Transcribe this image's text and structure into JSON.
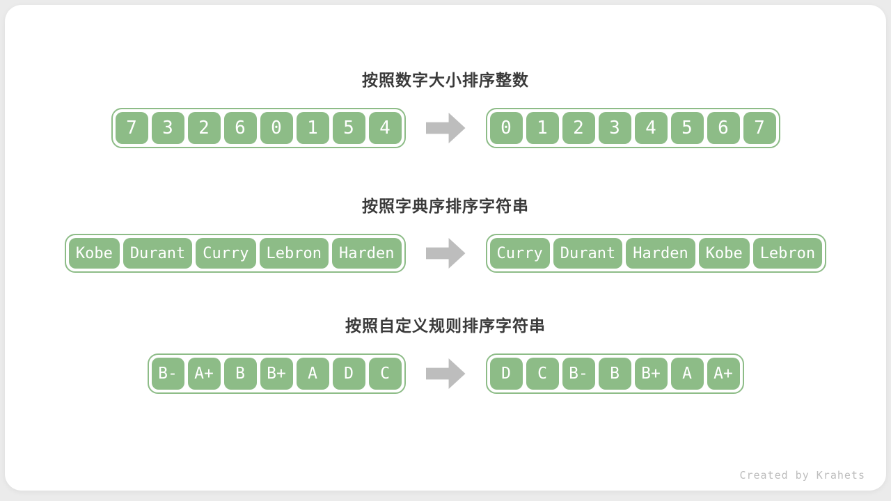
{
  "colors": {
    "page_bg": "#ebebeb",
    "card_bg": "#ffffff",
    "green": "#8dbc87",
    "cell_text": "#ffffff",
    "title": "#3a3a3a",
    "arrow": "#bdbdbd",
    "footer": "#bdbdbd"
  },
  "rows": [
    {
      "title": "按照数字大小排序整数",
      "left": [
        "7",
        "3",
        "2",
        "6",
        "0",
        "1",
        "5",
        "4"
      ],
      "right": [
        "0",
        "1",
        "2",
        "3",
        "4",
        "5",
        "6",
        "7"
      ]
    },
    {
      "title": "按照字典序排序字符串",
      "left": [
        "Kobe",
        "Durant",
        "Curry",
        "Lebron",
        "Harden"
      ],
      "right": [
        "Curry",
        "Durant",
        "Harden",
        "Kobe",
        "Lebron"
      ]
    },
    {
      "title": "按照自定义规则排序字符串",
      "left": [
        "B-",
        "A+",
        "B",
        "B+",
        "A",
        "D",
        "C"
      ],
      "right": [
        "D",
        "C",
        "B-",
        "B",
        "B+",
        "A",
        "A+"
      ]
    }
  ],
  "icons": {
    "arrow": "right-block-arrow"
  },
  "footer": {
    "text": "Created by Krahets"
  }
}
